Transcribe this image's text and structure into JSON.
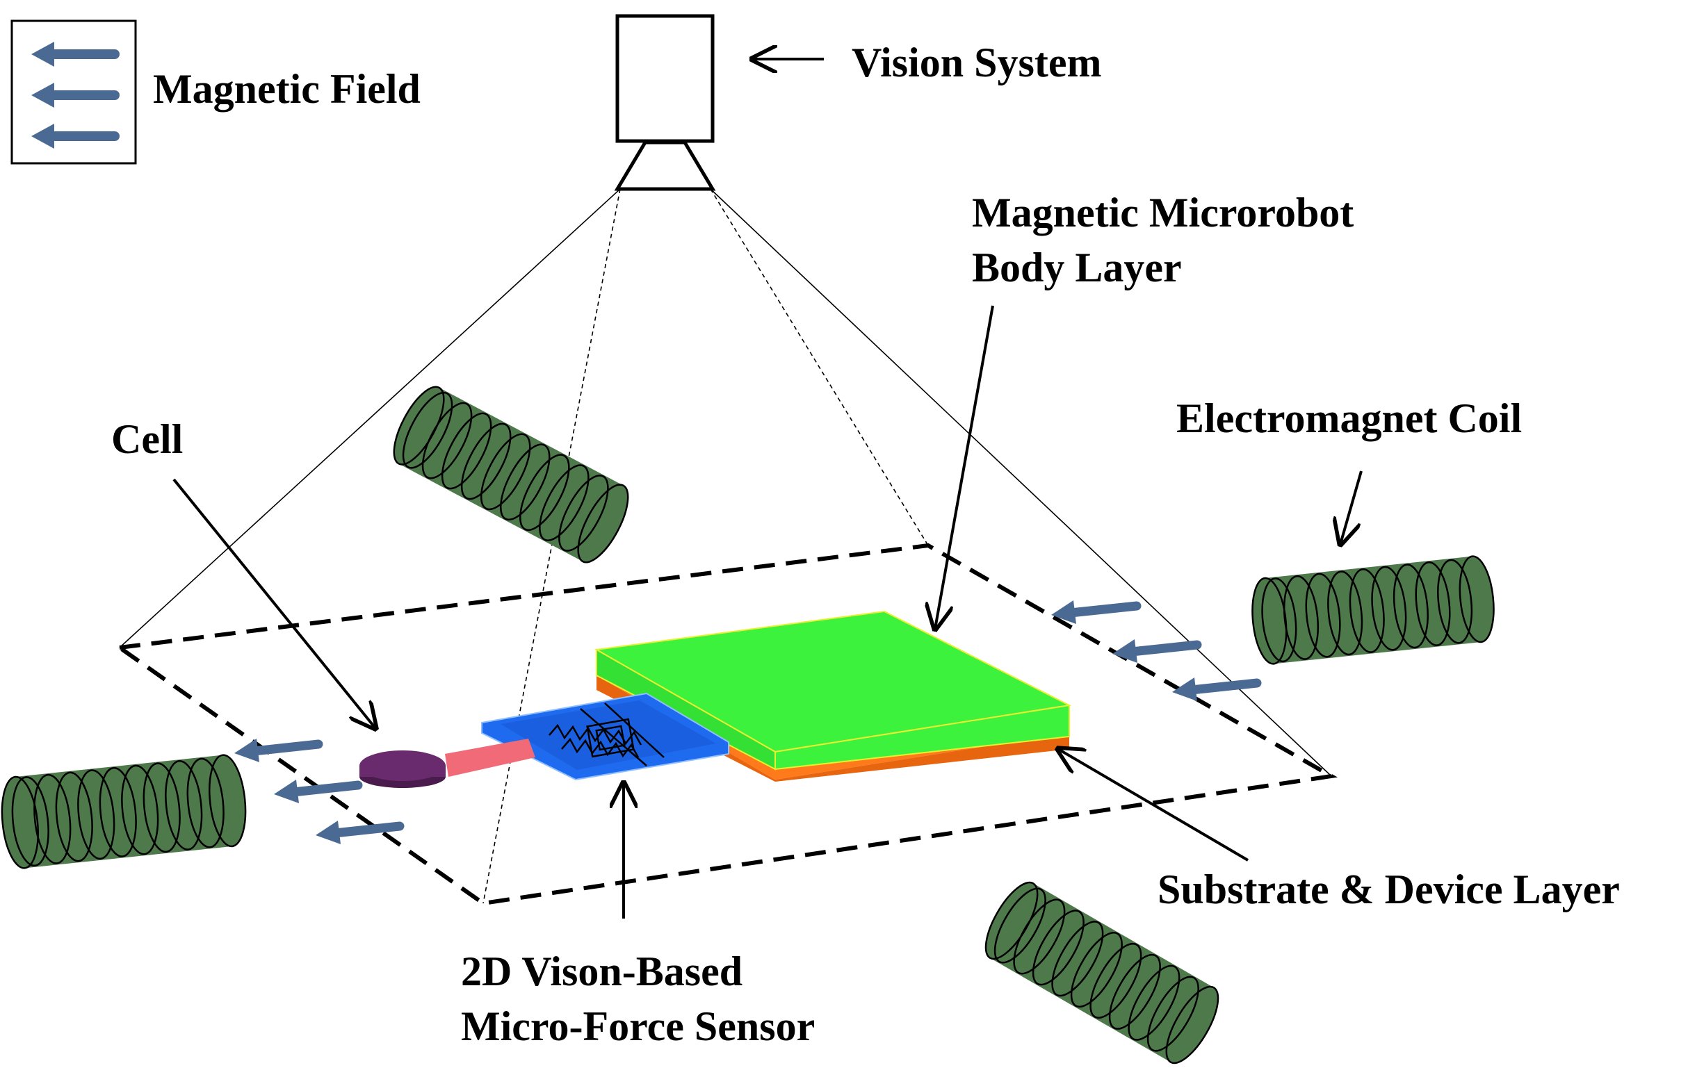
{
  "legend": {
    "label": "Magnetic Field",
    "arrow_color": "#4a6a94"
  },
  "labels": {
    "vision_system": "Vision System",
    "microrobot_body_line1": "Magnetic Microrobot",
    "microrobot_body_line2": "Body Layer",
    "electromagnet_coil": "Electromagnet Coil",
    "cell": "Cell",
    "substrate_layer": "Substrate & Device Layer",
    "force_sensor_line1": "2D Vison-Based",
    "force_sensor_line2": "Micro-Force Sensor"
  },
  "colors": {
    "coil": "#4e7a4b",
    "body_layer": "#3df23d",
    "substrate_layer": "#ff7a1a",
    "sensor": "#1f6bf0",
    "cell": "#6a2a6e",
    "probe": "#f06a78"
  }
}
